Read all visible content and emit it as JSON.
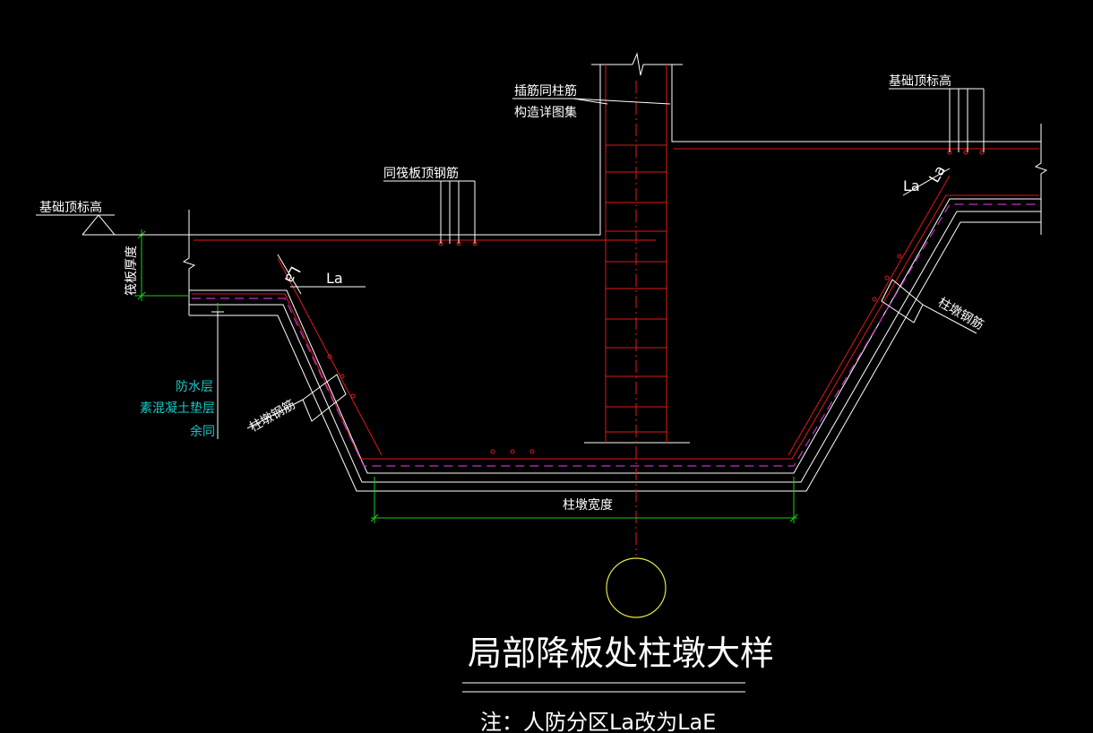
{
  "labels": {
    "top_left_elev": "基础顶标高",
    "top_right_elev": "基础顶标高",
    "raft_thickness": "筏板厚度",
    "same_as_raft_top": "同筏板顶钢筋",
    "dowel_note_line1": "插筋同柱筋",
    "dowel_note_line2": "构造详图集",
    "la_left": "La",
    "la_left_rot": "La",
    "la_right": "La",
    "la_right_rot": "La",
    "pier_rebar_left": "柱墩钢筋",
    "pier_rebar_right": "柱墩钢筋",
    "layer_waterproof": "防水层",
    "layer_plain_concrete": "素混凝土垫层",
    "layer_same": "余同",
    "pier_width": "柱墩宽度",
    "title": "局部降板处柱墩大样",
    "note": "注：人防分区La改为LaE"
  },
  "colors": {
    "background": "#000000",
    "outline": "#ffffff",
    "rebar": "#e01818",
    "dimension": "#19d119",
    "waterproof": "#c330c3",
    "detail_circle": "#e6e64a",
    "layer_text": "#18c8c8"
  }
}
